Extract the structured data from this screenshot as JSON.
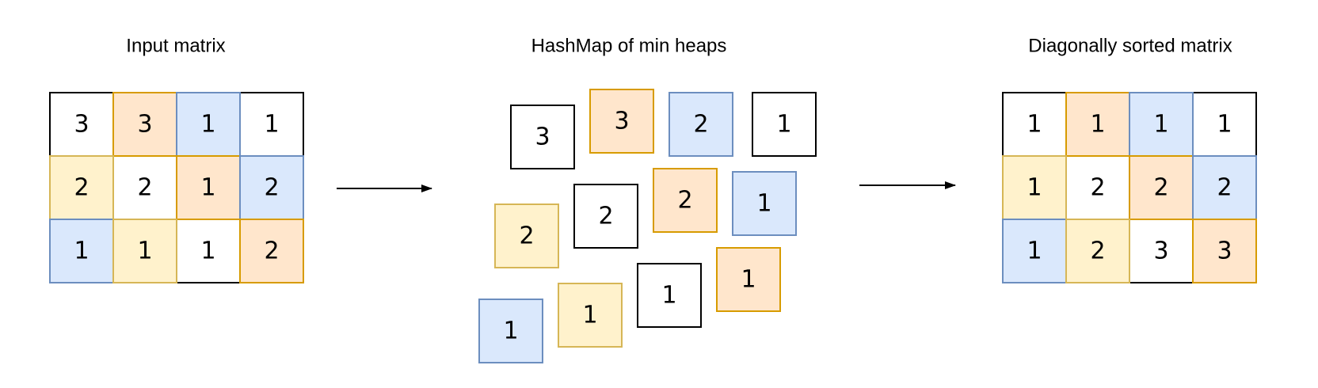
{
  "colors": {
    "none": {
      "fill": "#ffffff",
      "stroke": "#000000"
    },
    "orange": {
      "fill": "#ffe6cc",
      "stroke": "#d79b00"
    },
    "blue": {
      "fill": "#dae8fc",
      "stroke": "#6c8ebf"
    },
    "yellow": {
      "fill": "#fff2cc",
      "stroke": "#d6b656"
    }
  },
  "panels": {
    "input": {
      "title": "Input matrix",
      "rows": [
        [
          {
            "v": "3",
            "c": "none"
          },
          {
            "v": "3",
            "c": "orange"
          },
          {
            "v": "1",
            "c": "blue"
          },
          {
            "v": "1",
            "c": "none"
          }
        ],
        [
          {
            "v": "2",
            "c": "yellow"
          },
          {
            "v": "2",
            "c": "none"
          },
          {
            "v": "1",
            "c": "orange"
          },
          {
            "v": "2",
            "c": "blue"
          }
        ],
        [
          {
            "v": "1",
            "c": "blue"
          },
          {
            "v": "1",
            "c": "yellow"
          },
          {
            "v": "1",
            "c": "none"
          },
          {
            "v": "2",
            "c": "orange"
          }
        ]
      ]
    },
    "heaps": {
      "title": "HashMap of min heaps",
      "groups": [
        {
          "c": "blue",
          "values": [
            "1"
          ]
        },
        {
          "c": "yellow",
          "values": [
            "2",
            "1"
          ]
        },
        {
          "c": "none",
          "values": [
            "3",
            "2",
            "1"
          ]
        },
        {
          "c": "orange",
          "values": [
            "3",
            "2",
            "1"
          ]
        },
        {
          "c": "blue",
          "values": [
            "2",
            "1"
          ]
        },
        {
          "c": "none",
          "values": [
            "1"
          ]
        }
      ]
    },
    "sorted": {
      "title": "Diagonally sorted matrix",
      "rows": [
        [
          {
            "v": "1",
            "c": "none"
          },
          {
            "v": "1",
            "c": "orange"
          },
          {
            "v": "1",
            "c": "blue"
          },
          {
            "v": "1",
            "c": "none"
          }
        ],
        [
          {
            "v": "1",
            "c": "yellow"
          },
          {
            "v": "2",
            "c": "none"
          },
          {
            "v": "2",
            "c": "orange"
          },
          {
            "v": "2",
            "c": "blue"
          }
        ],
        [
          {
            "v": "1",
            "c": "blue"
          },
          {
            "v": "2",
            "c": "yellow"
          },
          {
            "v": "3",
            "c": "none"
          },
          {
            "v": "3",
            "c": "orange"
          }
        ]
      ]
    }
  }
}
